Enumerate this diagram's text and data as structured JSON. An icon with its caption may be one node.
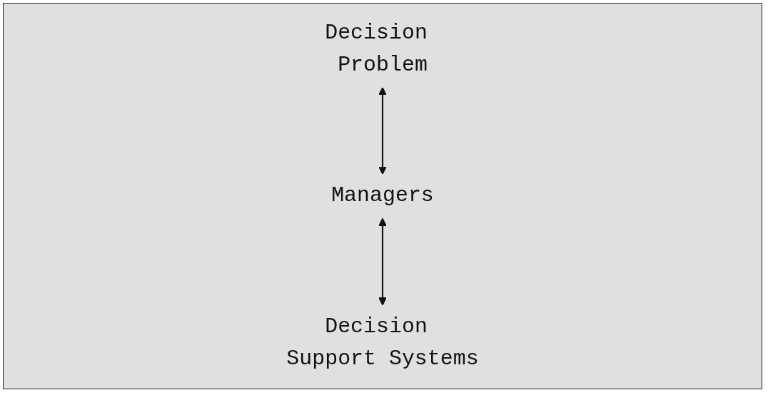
{
  "diagram": {
    "nodes": [
      {
        "text": [
          "Decision Problem"
        ]
      },
      {
        "text": [
          "Managers"
        ]
      },
      {
        "text": [
          "Decision Support Systems"
        ]
      }
    ],
    "edges": [
      {
        "from": 0,
        "to": 1,
        "arrow": "both"
      },
      {
        "from": 1,
        "to": 2,
        "arrow": "both"
      }
    ]
  }
}
